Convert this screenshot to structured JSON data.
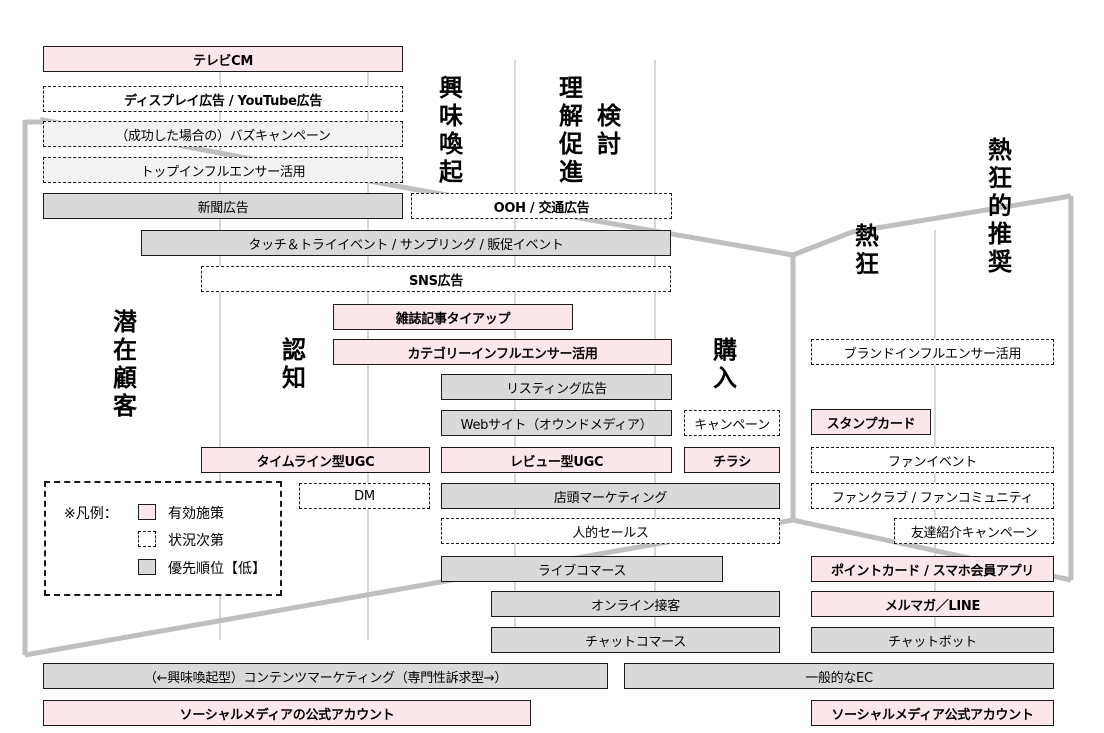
{
  "stages": {
    "latent": "潜在顧客",
    "awareness": "認知",
    "interest": "興味喚起",
    "understanding": "理解促進",
    "consideration": "検討",
    "purchase": "購入",
    "enthusiasm": "熱狂",
    "advocacy": "熱狂的推奨"
  },
  "legend": {
    "prefix": "※凡例：",
    "effective": "有効施策",
    "situational": "状況次第",
    "low_priority": "優先順位【低】"
  },
  "measures": {
    "tvcm": "テレビCM",
    "display_ads": "ディスプレイ広告 / YouTube広告",
    "buzz": "（成功した場合の）バズキャンペーン",
    "top_influencer": "トップインフルエンサー活用",
    "newspaper": "新聞広告",
    "ooh": "OOH / 交通広告",
    "touch_try": "タッチ＆トライイベント / サンプリング / 販促イベント",
    "sns_ads": "SNS広告",
    "magazine": "雑誌記事タイアップ",
    "category_influencer": "カテゴリーインフルエンサー活用",
    "listing": "リスティング広告",
    "website": "Webサイト（オウンドメディア）",
    "campaign": "キャンペーン",
    "timeline_ugc": "タイムライン型UGC",
    "review_ugc": "レビュー型UGC",
    "flyer": "チラシ",
    "dm": "DM",
    "store_marketing": "店頭マーケティング",
    "personal_sales": "人的セールス",
    "live_commerce": "ライブコマース",
    "online_service": "オンライン接客",
    "chat_commerce": "チャットコマース",
    "brand_influencer": "ブランドインフルエンサー活用",
    "stamp_card": "スタンプカード",
    "fan_event": "ファンイベント",
    "fan_club": "ファンクラブ / ファンコミュニティ",
    "referral": "友達紹介キャンペーン",
    "point_card": "ポイントカード / スマホ会員アプリ",
    "mailmag": "メルマガ／LINE",
    "chatbot": "チャットボット",
    "content_marketing": "（←興味喚起型）コンテンツマーケティング（専門性訴求型→）",
    "general_ec": "一般的なEC",
    "social_official": "ソーシャルメディアの公式アカウント",
    "social_official_2": "ソーシャルメディア公式アカウント"
  }
}
